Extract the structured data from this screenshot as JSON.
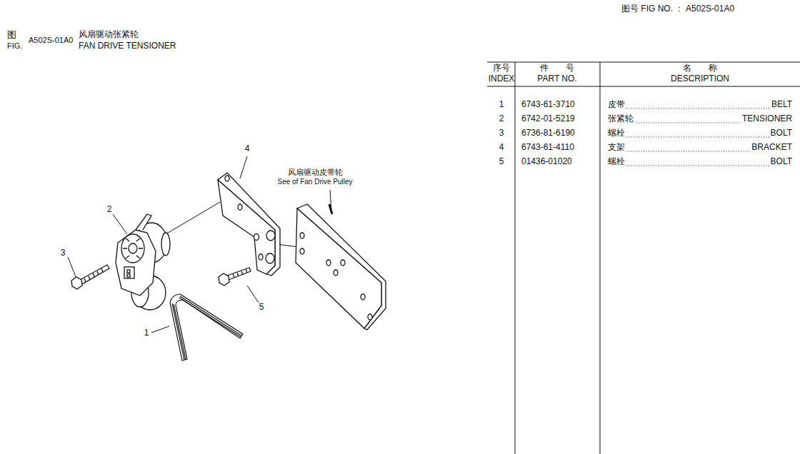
{
  "diagram": {
    "title": "FAN DRIVE TENSIONER",
    "labels": [
      "图号 FIG NO. ： A502S-01A0",
      "图",
      "FIG.",
      "A502S-01A0",
      "风扇驱动张紧轮",
      "序号",
      "INDEX",
      "件　　号",
      "PART NO.",
      "名　　称",
      "DESCRIPTION",
      "1",
      "6743-61-3710",
      "皮带",
      "BELT",
      "2",
      "6742-01-5219",
      "张紧轮",
      "TENSIONER",
      "3",
      "6736-81-6190",
      "螺栓",
      "BOLT",
      "4",
      "6743-61-4110",
      "支架",
      "BRACKET",
      "5",
      "01436-01020",
      "螺栓",
      "BOLT",
      "1",
      "2",
      "3",
      "4",
      "5",
      "风扇驱动皮带轮",
      "See of Fan Drive Pulley"
    ]
  }
}
